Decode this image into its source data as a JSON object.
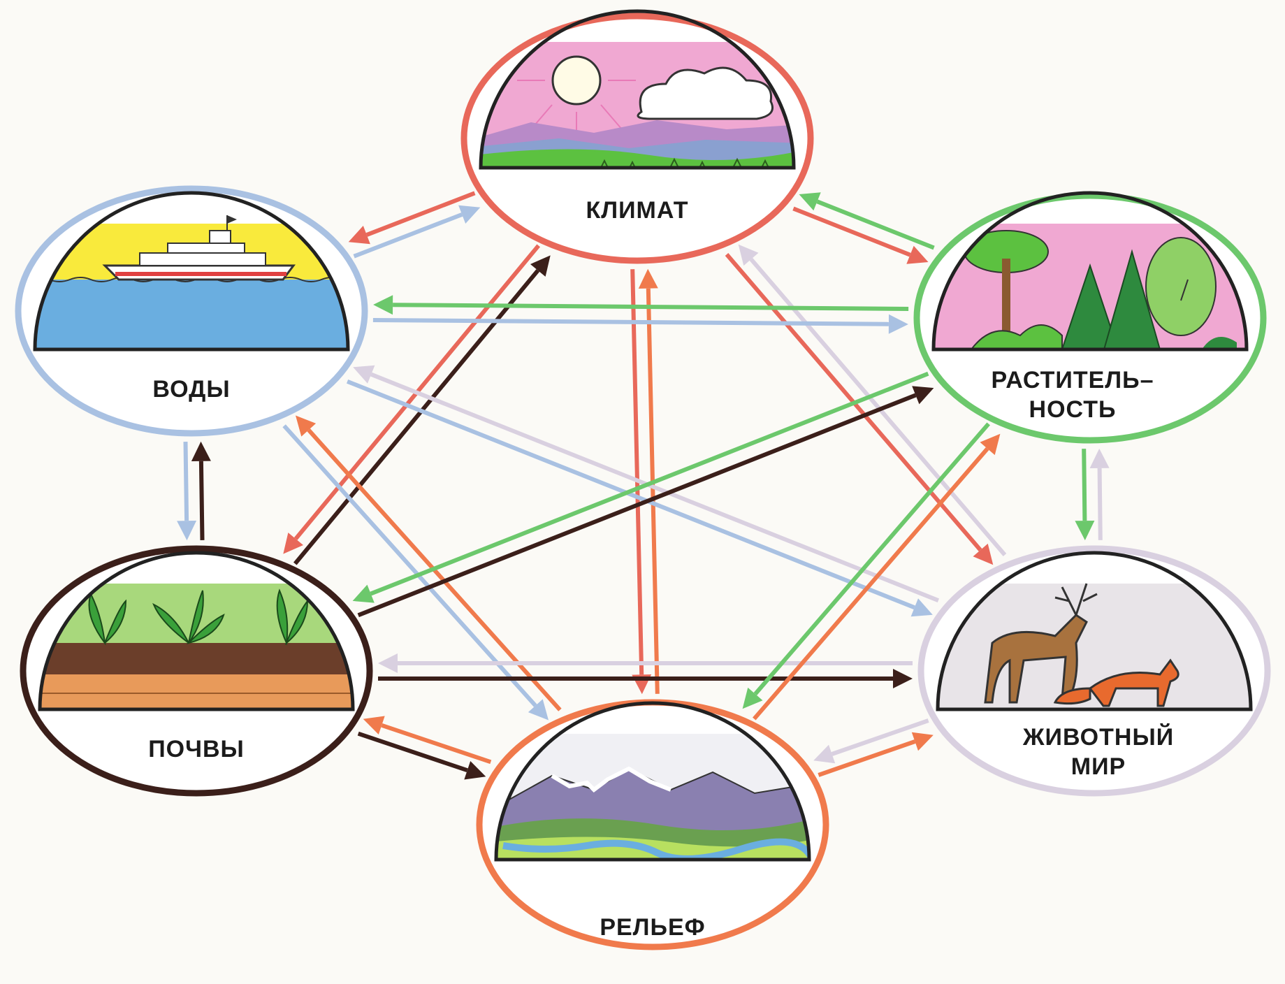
{
  "nodes": {
    "klimat": {
      "label": "КЛИМАТ",
      "color": "#e8685a"
    },
    "vody": {
      "label": "ВОДЫ",
      "color": "#a9c1e2"
    },
    "rastitelnost": {
      "label_line1": "РАСТИТЕЛЬ–",
      "label_line2": "НОСТЬ",
      "color": "#6cc86c"
    },
    "pochvy": {
      "label": "ПОЧВЫ",
      "color": "#3b1f1a"
    },
    "zhivotny_mir": {
      "label_line1": "ЖИВОТНЫЙ",
      "label_line2": "МИР",
      "color": "#d9d0e0"
    },
    "relef": {
      "label": "РЕЛЬЕФ",
      "color": "#f07a4c"
    }
  },
  "edges": [
    {
      "from": "klimat",
      "to": "vody",
      "color": "#e8685a"
    },
    {
      "from": "vody",
      "to": "klimat",
      "color": "#a9c1e2"
    },
    {
      "from": "klimat",
      "to": "rastitelnost",
      "color": "#e8685a"
    },
    {
      "from": "rastitelnost",
      "to": "klimat",
      "color": "#6cc86c"
    },
    {
      "from": "klimat",
      "to": "pochvy",
      "color": "#e8685a"
    },
    {
      "from": "pochvy",
      "to": "klimat",
      "color": "#3b1f1a"
    },
    {
      "from": "klimat",
      "to": "relef",
      "color": "#e8685a"
    },
    {
      "from": "relef",
      "to": "klimat",
      "color": "#f07a4c"
    },
    {
      "from": "klimat",
      "to": "zhivotny_mir",
      "color": "#e8685a"
    },
    {
      "from": "zhivotny_mir",
      "to": "klimat",
      "color": "#d9d0e0"
    },
    {
      "from": "vody",
      "to": "rastitelnost",
      "color": "#a9c1e2"
    },
    {
      "from": "rastitelnost",
      "to": "vody",
      "color": "#6cc86c"
    },
    {
      "from": "vody",
      "to": "pochvy",
      "color": "#a9c1e2"
    },
    {
      "from": "pochvy",
      "to": "vody",
      "color": "#3b1f1a"
    },
    {
      "from": "vody",
      "to": "relef",
      "color": "#a9c1e2"
    },
    {
      "from": "relef",
      "to": "vody",
      "color": "#f07a4c"
    },
    {
      "from": "vody",
      "to": "zhivotny_mir",
      "color": "#a9c1e2"
    },
    {
      "from": "zhivotny_mir",
      "to": "vody",
      "color": "#d9d0e0"
    },
    {
      "from": "pochvy",
      "to": "rastitelnost",
      "color": "#3b1f1a"
    },
    {
      "from": "rastitelnost",
      "to": "pochvy",
      "color": "#6cc86c"
    },
    {
      "from": "pochvy",
      "to": "zhivotny_mir",
      "color": "#3b1f1a"
    },
    {
      "from": "zhivotny_mir",
      "to": "pochvy",
      "color": "#d9d0e0"
    },
    {
      "from": "pochvy",
      "to": "relef",
      "color": "#3b1f1a"
    },
    {
      "from": "relef",
      "to": "pochvy",
      "color": "#f07a4c"
    },
    {
      "from": "relef",
      "to": "rastitelnost",
      "color": "#f07a4c"
    },
    {
      "from": "rastitelnost",
      "to": "relef",
      "color": "#6cc86c"
    },
    {
      "from": "relef",
      "to": "zhivotny_mir",
      "color": "#f07a4c"
    },
    {
      "from": "zhivotny_mir",
      "to": "relef",
      "color": "#d9d0e0"
    },
    {
      "from": "rastitelnost",
      "to": "zhivotny_mir",
      "color": "#6cc86c"
    },
    {
      "from": "zhivotny_mir",
      "to": "rastitelnost",
      "color": "#d9d0e0"
    }
  ]
}
